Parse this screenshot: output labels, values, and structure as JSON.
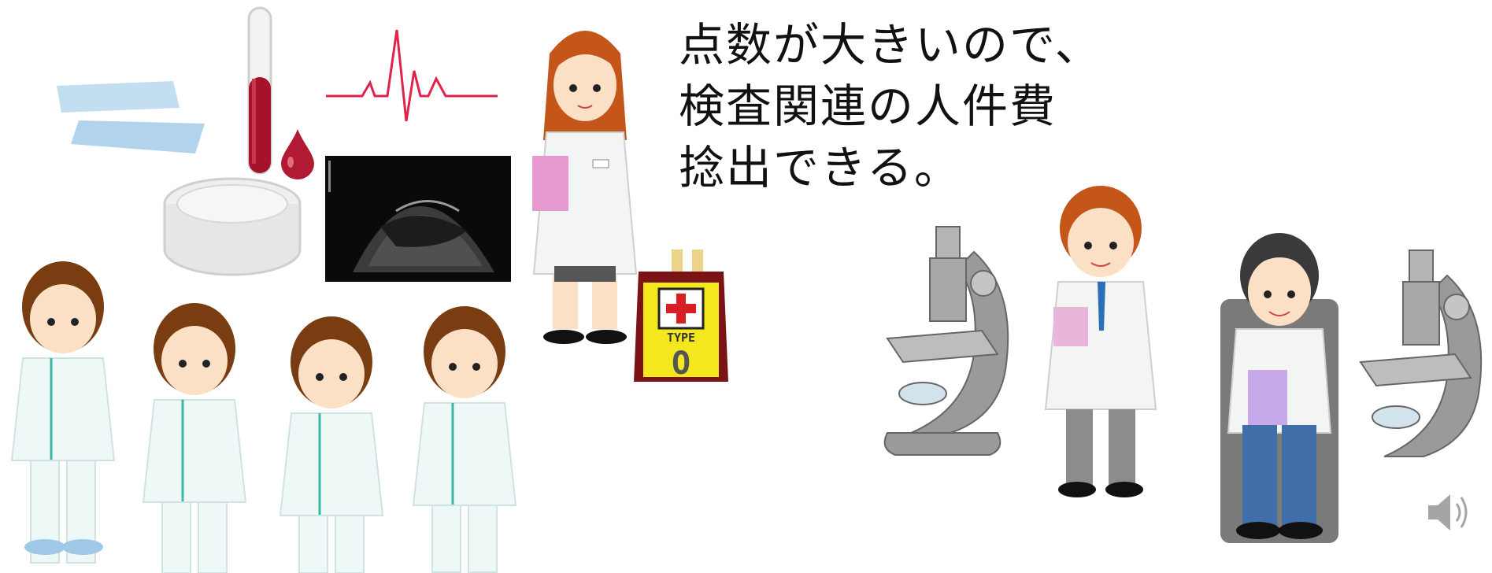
{
  "caption": {
    "lines": [
      "点数が大きいので、",
      "検査関連の人件費",
      "捻出できる。"
    ]
  },
  "blood_bag": {
    "label_type": "TYPE",
    "label_group": "O"
  },
  "icons": [
    "slide-glass-icon",
    "test-tube-icon",
    "blood-drop-icon",
    "petri-dish-icon",
    "ecg-waveform-icon",
    "ultrasound-image",
    "blood-bag-icon",
    "microscope-icon",
    "speaker-icon"
  ],
  "colors": {
    "scrub": "#eef8f7",
    "scrub_trim": "#39b8a6",
    "coat": "#f3f4f4",
    "hair_brown": "#7a3d12",
    "ecg_line": "#e1234b",
    "blood": "#a4122b",
    "bag_yellow": "#f4e71e",
    "bag_dark": "#7b1216"
  }
}
